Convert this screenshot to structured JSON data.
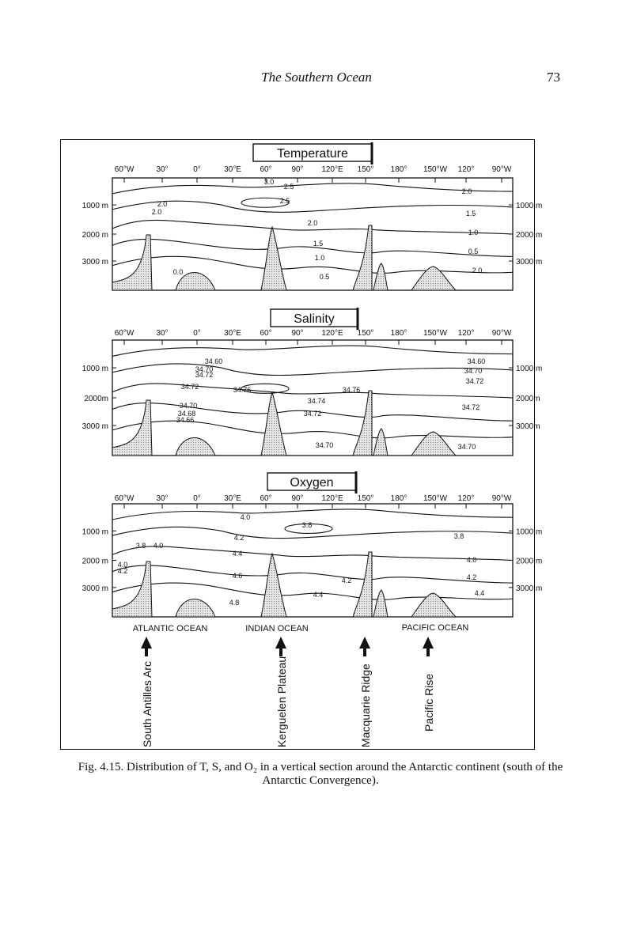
{
  "header": {
    "running_title": "The Southern Ocean",
    "page_number": "73"
  },
  "figure": {
    "top_longitudes": [
      "60°W",
      "30°",
      "0°",
      "30°E",
      "60°",
      "90°",
      "120°E",
      "150°",
      "180°",
      "150°W",
      "120°",
      "90°W"
    ],
    "depths_left": [
      "1000 m",
      "2000 m",
      "3000 m"
    ],
    "panels": [
      {
        "title": "Temperature",
        "depths_left": [
          "1000 m",
          "2000 m",
          "3000 m"
        ],
        "depths_right": [
          "1000 m",
          "2000 m",
          "3000 m"
        ],
        "labels": [
          "3.0",
          "2.5",
          "2.5",
          "2.0",
          "1.5",
          "1.0",
          "0.5",
          "0.0",
          "2.0",
          "2.0",
          "1.5",
          "1.0",
          "0.5",
          "2.0",
          "2.0"
        ]
      },
      {
        "title": "Salinity",
        "depths_left": [
          "1000 m",
          "2000m",
          "3000 m"
        ],
        "depths_right": [
          "1000 m",
          "2000m",
          "3000m"
        ],
        "labels": [
          "34.60",
          "34.70",
          "34.72",
          "34.76",
          "34.72",
          "34.70",
          "34.68",
          "34.66",
          "34.74",
          "34.72",
          "34.76",
          "34.70",
          "34.60",
          "34.70",
          "34.72",
          "34.72",
          "34.70"
        ]
      },
      {
        "title": "Oxygen",
        "depths_left": [
          "1000 m",
          "2000 m",
          "3000 m"
        ],
        "depths_right": [
          "1000 m",
          "2000 m",
          "3000 m"
        ],
        "labels": [
          "4.0",
          "3.8",
          "3.8",
          "4.0",
          "4.2",
          "4.4",
          "4.6",
          "4.8",
          "4.2",
          "4.4",
          "4.0",
          "4.2",
          "4.4",
          "3.8",
          "4.0",
          "4.2"
        ]
      }
    ],
    "oceans": [
      "ATLANTIC OCEAN",
      "INDIAN OCEAN",
      "PACIFIC OCEAN"
    ],
    "features": [
      "South Antilles Arc",
      "Kerguelen Plateau",
      "Macquarie Ridge",
      "Pacific Rise"
    ]
  },
  "caption": "Fig. 4.15. Distribution of T, S, and O₂ in a vertical section around the Antarctic continent (south of the Antarctic Convergence)."
}
